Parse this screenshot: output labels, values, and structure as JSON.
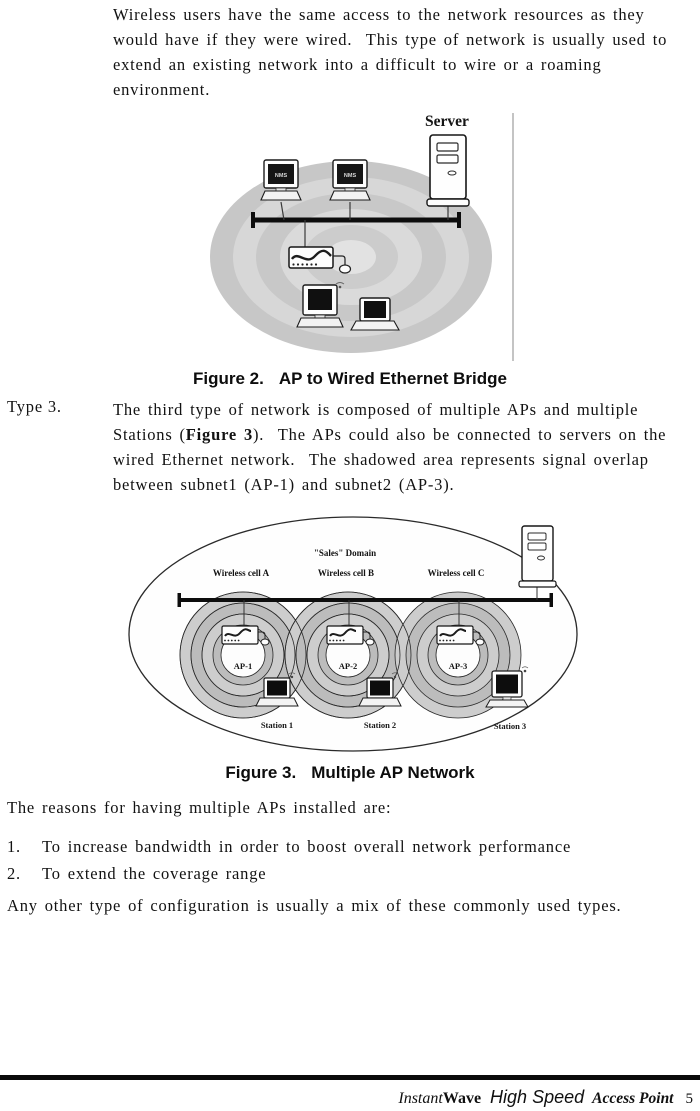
{
  "intro_paragraph": "Wireless users have the same access to the network resources as they would have if they were wired.  This type of network is usually used to extend an existing network into a difficult to wire or a roaming environment.",
  "figure2": {
    "server_label": "Server",
    "nms_label": "NMS",
    "caption_label": "Figure 2.",
    "caption_title": "AP to Wired Ethernet Bridge"
  },
  "type3": {
    "label": "Type 3.",
    "part1": "The third type of network is composed of multiple APs and multiple Stations (",
    "bold": "Figure 3",
    "part2": ").  The APs could also be connected to servers on the wired Ethernet network.  The shadowed area represents signal overlap between subnet1 (AP-1) and subnet2 (AP-3).",
    "caption_label": "Figure 3.",
    "caption_title": "Multiple AP Network"
  },
  "figure3": {
    "domain_label": "\"Sales\" Domain",
    "cells": [
      {
        "label": "Wireless cell A",
        "ap": "AP-1",
        "station": "Station 1"
      },
      {
        "label": "Wireless cell B",
        "ap": "AP-2",
        "station": "Station 2"
      },
      {
        "label": "Wireless cell C",
        "ap": "AP-3",
        "station": "Station 3"
      }
    ]
  },
  "reasons": {
    "intro": "The reasons for having multiple APs installed are:",
    "items": [
      {
        "num": "1.",
        "text": "To increase bandwidth in order to boost overall network performance"
      },
      {
        "num": "2.",
        "text": "To extend the coverage range"
      }
    ],
    "outro": "Any other type of configuration is usually a mix of these commonly used types."
  },
  "footer": {
    "brand_italic": "Instant",
    "brand_bold": "Wave",
    "product_name": "High Speed",
    "product_suffix": "Access Point",
    "page_number": "5"
  }
}
